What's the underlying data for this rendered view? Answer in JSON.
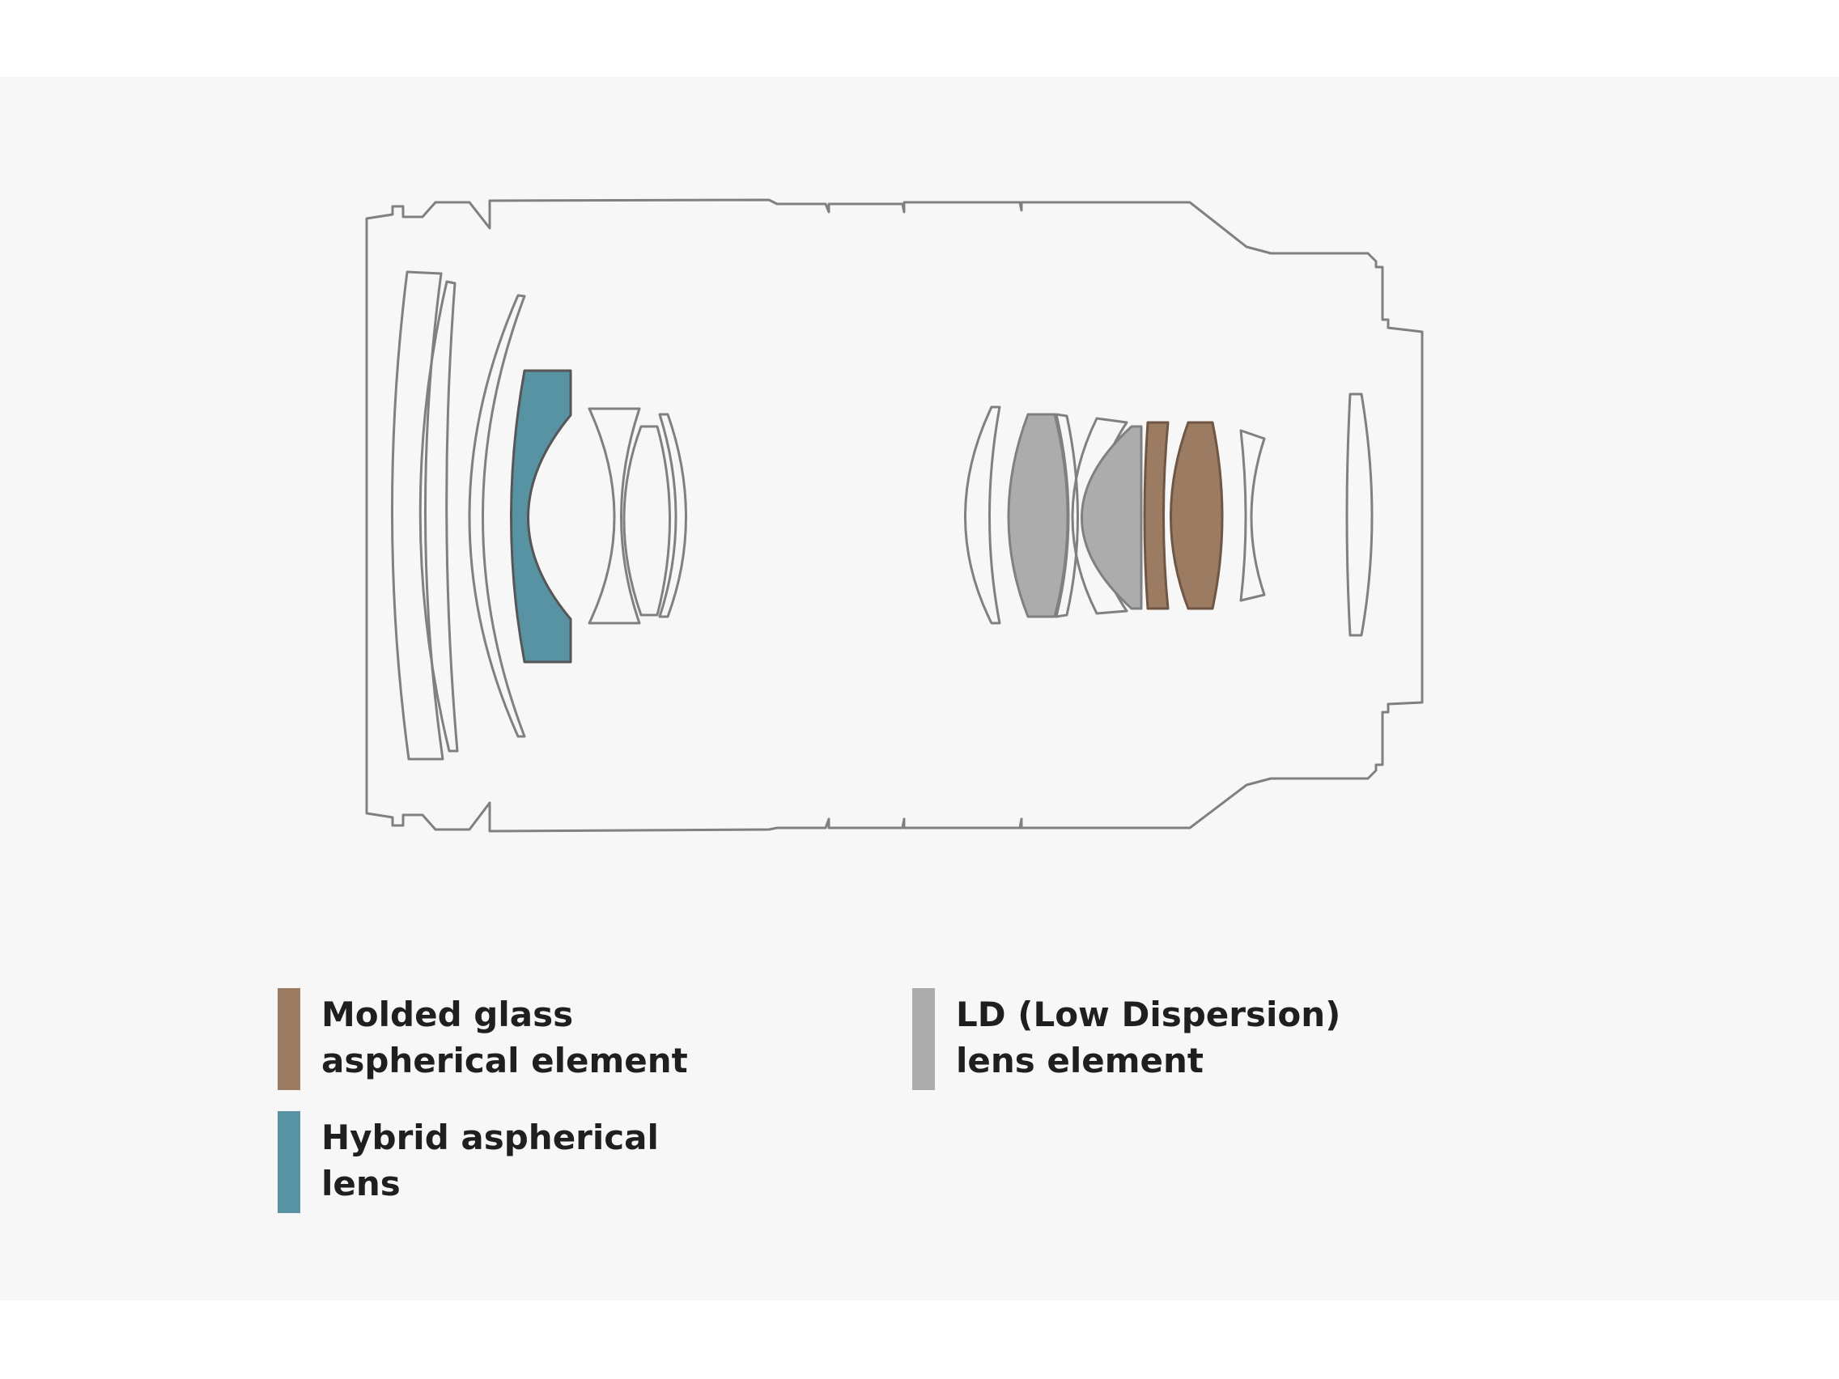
{
  "diagram": {
    "colors": {
      "outline": "#808080",
      "molded_glass_aspherical": "#9b7b62",
      "hybrid_aspherical": "#5893a3",
      "ld_low_dispersion": "#acacac"
    }
  },
  "legend": [
    {
      "key": "molded_glass_aspherical",
      "label": "Molded glass\naspherical element",
      "color": "#9b7b62"
    },
    {
      "key": "hybrid_aspherical",
      "label": "Hybrid aspherical\nlens",
      "color": "#5893a3"
    },
    {
      "key": "ld_low_dispersion",
      "label": "LD (Low Dispersion)\nlens element",
      "color": "#acacac"
    }
  ]
}
